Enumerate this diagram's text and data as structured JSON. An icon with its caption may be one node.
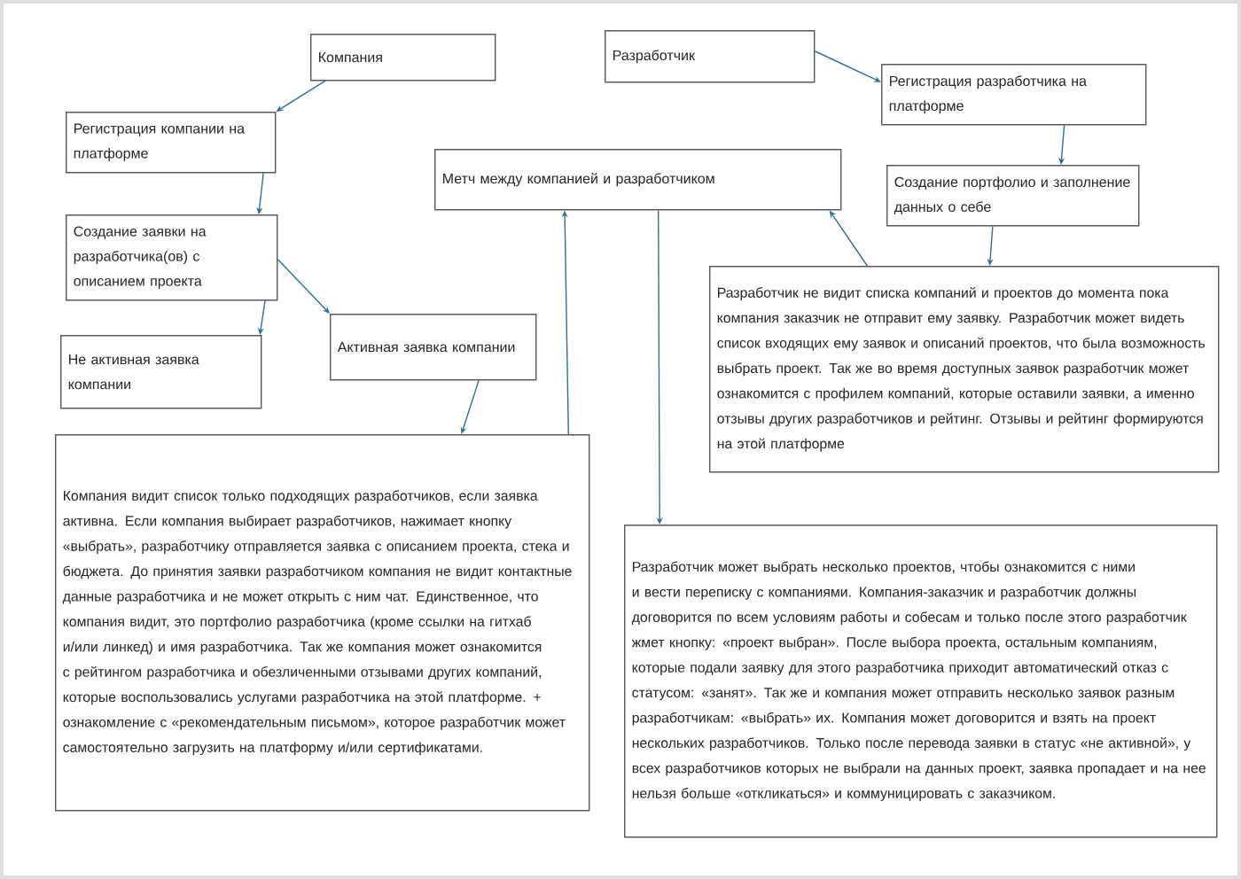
{
  "diagram": {
    "nodes": [
      {
        "text": [
          "Компания"
        ]
      },
      {
        "text": [
          "Регистрация компании на платформе"
        ]
      },
      {
        "text": [
          "Создание заявки на разработчика(ов) с описанием проекта"
        ]
      },
      {
        "text": [
          "Не активная заявка компании"
        ]
      },
      {
        "text": [
          "Активная заявка компании"
        ]
      },
      {
        "text": [
          "Компания видит список только подходящих разработчиков, если заявка активна. Если компания выбирает разработчиков, нажимает кнопку «выбрать», разработчику отправляется заявка с описанием проекта, стека и бюджета. До принятия заявки разработчиком компания не видит контактные данные разработчика и не может открыть с ним чат. Единственное, что компания видит, это портфолио разработчика (кроме ссылки на гитхаб и/или линкед) и имя разработчика. Так же компания может ознакомится с рейтингом разработчика и обезличенными отзывами других компаний, которые воспользовались услугами разработчика на этой платформе. + ознакомление с «рекомендательным письмом», которое разработчик может самостоятельно загрузить на платформу и/или сертификатами."
        ]
      },
      {
        "text": [
          "Метч между компанией и разработчиком"
        ]
      },
      {
        "text": [
          "Разработчик"
        ]
      },
      {
        "text": [
          "Регистрация разработчика на платформе"
        ]
      },
      {
        "text": [
          "Создание портфолио и заполнение данных о себе"
        ]
      },
      {
        "text": [
          "Разработчик не видит списка компаний и проектов до момента пока компания заказчик не отправит ему заявку. Разработчик может видеть список входящих ему заявок и описаний проектов, что была возможность выбрать проект. Так же во время доступных заявок разработчик может ознакомится с профилем компаний, которые оставили заявки, а именно отзывы других разработчиков и рейтинг. Отзывы и рейтинг формируются на этой платформе"
        ]
      },
      {
        "text": [
          "Разработчик может выбрать несколько проектов, чтобы ознакомится с ними и вести переписку с компаниями. Компания-заказчик и разработчик должны договорится по всем условиям работы и собесам и только после этого разработчик жмет кнопку: «проект выбран». После выбора проекта, остальным компаниям, которые подали заявку для этого разработчика приходит автоматический отказ с статусом: «занят». Так же и компания может отправить несколько заявок разным разработчикам: «выбрать» их. Компания может договорится и взять на проект нескольких разработчиков. Только после перевода заявки в статус «не активной», у всех разработчиков которых не выбрали на данных проект, заявка пропадает и на нее нельзя больше «откликаться» и коммуницировать с заказчиком."
        ]
      }
    ],
    "edges": [
      {
        "from": 0,
        "to": 1,
        "arrow": "to"
      },
      {
        "from": 1,
        "to": 2,
        "arrow": "to"
      },
      {
        "from": 2,
        "to": 3,
        "arrow": "to"
      },
      {
        "from": 2,
        "to": 4,
        "arrow": "to"
      },
      {
        "from": 4,
        "to": 5,
        "arrow": "to"
      },
      {
        "from": 5,
        "to": 6,
        "arrow": "to"
      },
      {
        "from": 6,
        "to": 11,
        "arrow": "to"
      },
      {
        "from": 7,
        "to": 8,
        "arrow": "to"
      },
      {
        "from": 8,
        "to": 9,
        "arrow": "to"
      },
      {
        "from": 9,
        "to": 10,
        "arrow": "to"
      },
      {
        "from": 10,
        "to": 6,
        "arrow": "to"
      }
    ]
  }
}
